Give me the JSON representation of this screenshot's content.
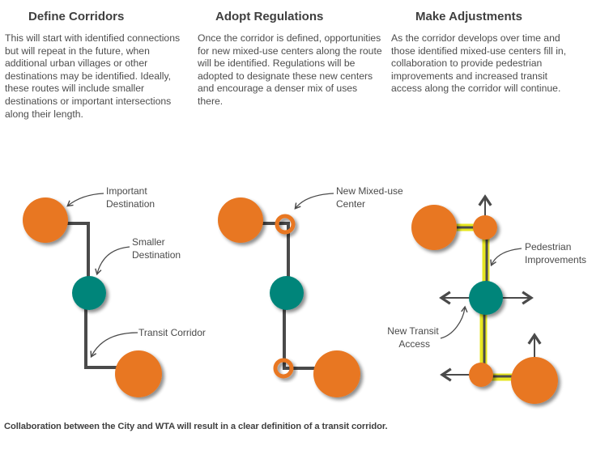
{
  "columns": [
    {
      "heading": "Define Corridors",
      "body": "This will start with identified connections  but will repeat in the future, when additional urban villages or other destinations may be identified. Ideally, these routes will include smaller destinations or important intersections along their length."
    },
    {
      "heading": "Adopt Regulations",
      "body": "Once the corridor is defined, opportunities for new mixed-use centers along the route will be identified. Regulations will be adopted to designate these new centers and encourage a denser mix of uses there."
    },
    {
      "heading": "Make Adjustments",
      "body": "As the corridor develops over time and those identified mixed-use centers fill in, collaboration to provide pedestrian improvements and increased transit access along the corridor will continue."
    }
  ],
  "diagram_labels": {
    "important_destination": [
      "Important",
      "Destination"
    ],
    "smaller_destination": [
      "Smaller",
      "Destination"
    ],
    "transit_corridor": "Transit Corridor",
    "new_mixed_use_center": [
      "New Mixed-use",
      "Center"
    ],
    "pedestrian_improvements": [
      "Pedestrian",
      "Improvements"
    ],
    "new_transit_access": [
      "New Transit",
      "Access"
    ]
  },
  "colors": {
    "destination_orange": "#e87722",
    "smaller_destination_teal": "#00857a",
    "corridor_line": "#4a4a4a",
    "pedestrian_highlight": "#e6e621"
  },
  "caption": "Collaboration between the City and WTA will result in a clear definition of a transit corridor."
}
